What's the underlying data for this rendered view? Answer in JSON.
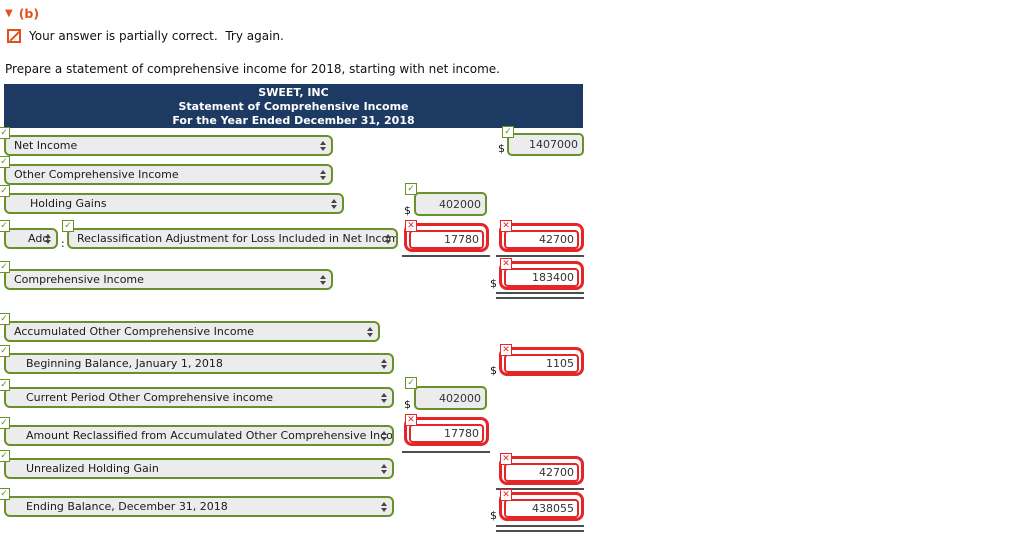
{
  "meta": {
    "section_label": "(b)",
    "alert_text": "Your answer is partially correct.  Try again.",
    "instruction": "Prepare a statement of comprehensive income for 2018, starting with net income."
  },
  "statement_header": {
    "line1": "SWEET, INC",
    "line2": "Statement of Comprehensive Income",
    "line3": "For the Year Ended December 31, 2018"
  },
  "colors": {
    "navy": "#1d3a63",
    "green": "#68912a",
    "red": "#e62528",
    "accent": "#e2511c"
  },
  "icons": {
    "check": "✓",
    "cross": "✕",
    "triangle": "▼"
  },
  "rows": {
    "net_income": {
      "label": "Net Income",
      "amount": "1407000",
      "currency": "$",
      "status": "correct"
    },
    "other_comprehensive_income": {
      "label": "Other Comprehensive Income",
      "status": "correct"
    },
    "holding_gains": {
      "label": "Holding Gains",
      "amount": "402000",
      "currency": "$",
      "status": "correct"
    },
    "add": {
      "label": "Add",
      "separator": ":",
      "status": "correct"
    },
    "reclassification": {
      "label": "Reclassification Adjustment for Loss Included in Net Income",
      "amount_mid": "17780",
      "amount_right": "42700",
      "status_selects": "correct",
      "status_amounts": "incorrect"
    },
    "comprehensive_income": {
      "label": "Comprehensive Income",
      "amount": "183400",
      "currency": "$",
      "status_amount": "incorrect"
    },
    "accumulated_oci": {
      "label": "Accumulated Other Comprehensive Income",
      "status": "correct"
    },
    "beginning_balance": {
      "label": "Beginning Balance, January 1, 2018",
      "amount": "1105",
      "currency": "$",
      "status_amount": "incorrect"
    },
    "current_period_oci": {
      "label": "Current Period Other Comprehensive income",
      "amount": "402000",
      "currency": "$",
      "status_amount": "correct"
    },
    "amount_reclassified": {
      "label": "Amount Reclassified from Accumulated Other Comprehensive Income",
      "amount": "17780",
      "status_amount": "incorrect"
    },
    "unrealized_holding_gain": {
      "label": "Unrealized Holding Gain",
      "amount": "42700",
      "status_amount": "incorrect"
    },
    "ending_balance": {
      "label": "Ending Balance, December 31, 2018",
      "amount": "438055",
      "currency": "$",
      "status_amount": "incorrect"
    }
  }
}
